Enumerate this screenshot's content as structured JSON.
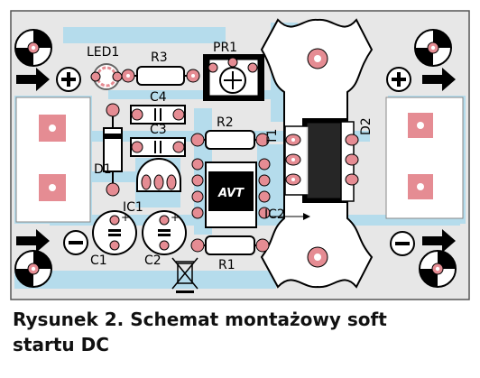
{
  "labels": {
    "led1": "LED1",
    "r3": "R3",
    "pr1": "PR1",
    "c4": "C4",
    "c3": "C3",
    "r2": "R2",
    "t1": "T1",
    "d2": "D2",
    "d1": "D1",
    "ic1": "IC1",
    "ic2": "IC2",
    "c1": "C1",
    "c2": "C2",
    "r1": "R1",
    "logo": "AVT"
  },
  "caption": {
    "line1": "Rysunek 2. Schemat montażowy soft",
    "line2": "startu DC"
  },
  "colors": {
    "board": "#e7e7e7",
    "traces": "#b5dcec",
    "pads": "#e58c93",
    "outline": "#000000"
  }
}
